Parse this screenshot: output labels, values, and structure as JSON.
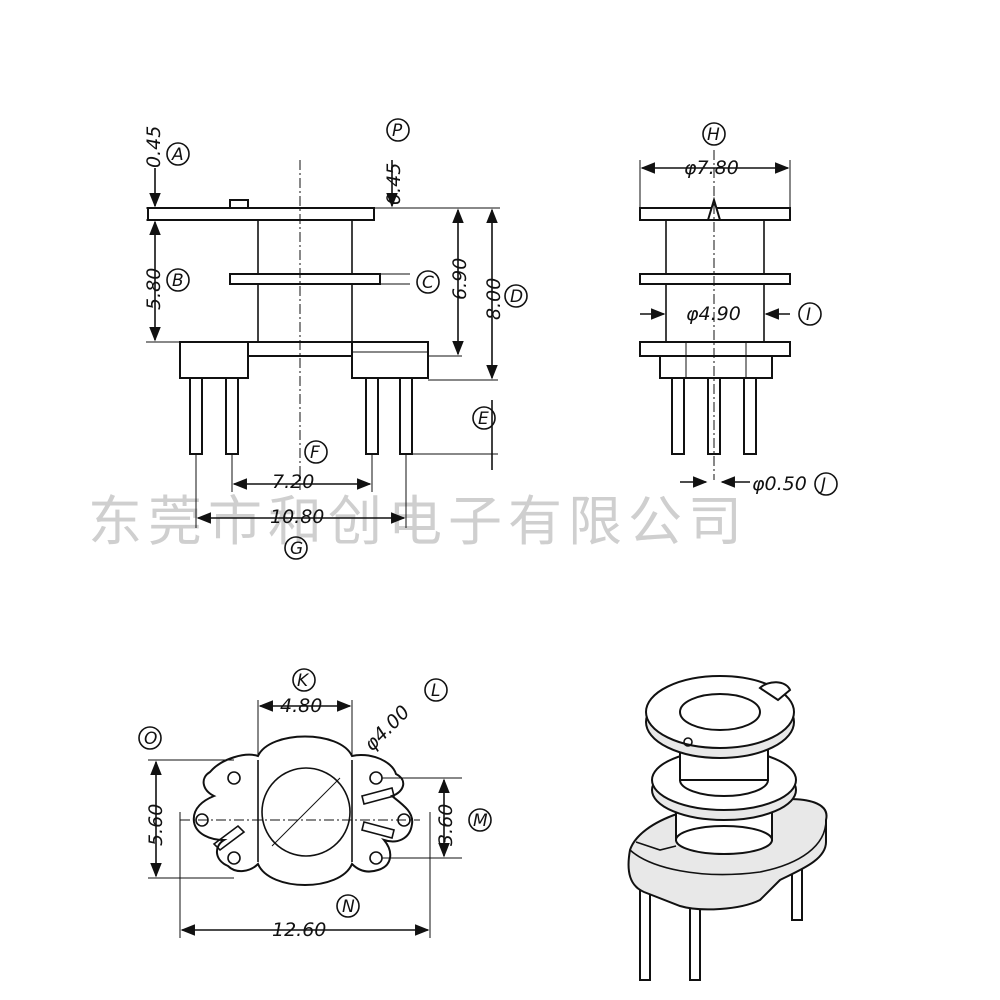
{
  "watermark": "东莞市和创电子有限公司",
  "front_view": {
    "dims": {
      "a": "0.45",
      "b": "5.80",
      "p": "0.45",
      "c": "6.90",
      "d": "8.00",
      "f": "7.20",
      "g": "10.80"
    },
    "labels": {
      "a": "A",
      "b": "B",
      "p": "P",
      "c": "C",
      "d": "D",
      "e": "E",
      "f": "F",
      "g": "G"
    }
  },
  "side_view": {
    "dims": {
      "h": "φ7.80",
      "i": "φ4.90",
      "j": "φ0.50"
    },
    "labels": {
      "h": "H",
      "i": "I",
      "j": "J"
    }
  },
  "bottom_view": {
    "dims": {
      "k": "4.80",
      "l": "φ4.00",
      "m": "3.60",
      "o": "5.60",
      "n": "12.60"
    },
    "labels": {
      "k": "K",
      "l": "L",
      "m": "M",
      "o": "O",
      "n": "N"
    }
  }
}
